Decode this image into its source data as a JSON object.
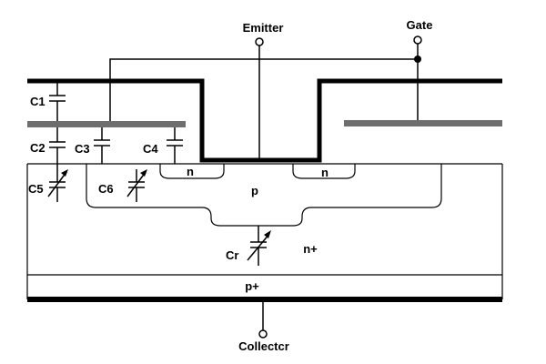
{
  "terminals": {
    "emitter": "Emitter",
    "gate": "Gate",
    "collector": "Collectcr"
  },
  "regions": {
    "n_left": "n",
    "n_right": "n",
    "p": "p",
    "n_plus": "n+",
    "p_plus": "p+"
  },
  "capacitors": {
    "c1": "C1",
    "c2": "C2",
    "c3": "C3",
    "c4": "C4",
    "c5": "C5",
    "c6": "C6",
    "cr": "Cr"
  },
  "colors": {
    "line": "#000000",
    "gate_electrode": "#6e6e6e",
    "background": "#ffffff"
  }
}
